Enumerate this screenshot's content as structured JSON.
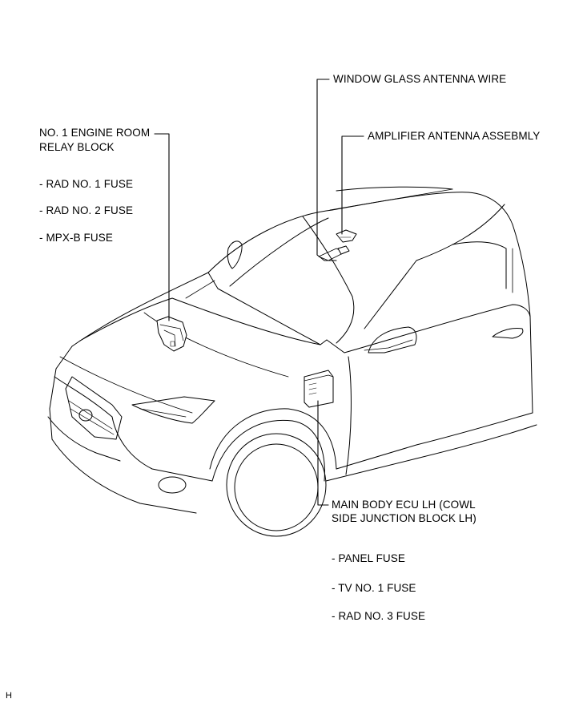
{
  "labels": {
    "window_glass_antenna_wire": "WINDOW GLASS ANTENNA WIRE",
    "amplifier_antenna_assembly": "AMPLIFIER ANTENNA ASSEBMLY",
    "engine_room_relay_block_line1": "NO. 1 ENGINE ROOM",
    "engine_room_relay_block_line2": "RELAY BLOCK",
    "main_body_ecu_line1": "MAIN BODY ECU LH (COWL",
    "main_body_ecu_line2": "SIDE JUNCTION BLOCK LH)",
    "corner_mark": "H"
  },
  "engine_room_fuses": [
    "- RAD NO. 1 FUSE",
    "- RAD NO. 2 FUSE",
    "- MPX-B FUSE"
  ],
  "main_body_fuses": [
    "- PANEL FUSE",
    "- TV NO. 1 FUSE",
    "- RAD NO. 3 FUSE"
  ]
}
